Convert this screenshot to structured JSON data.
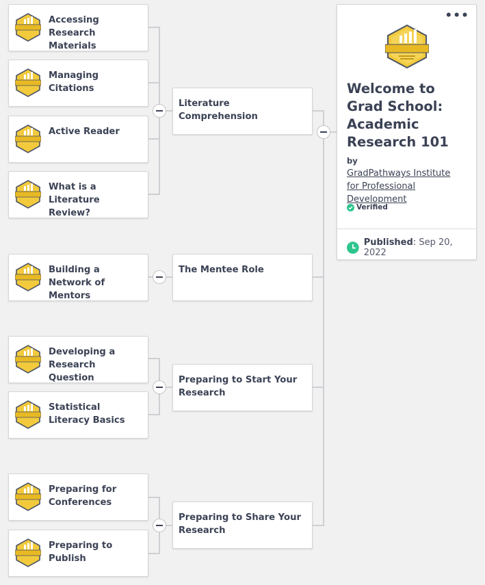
{
  "leaves": [
    {
      "title": "Accessing Research Materials"
    },
    {
      "title": "Managing Citations"
    },
    {
      "title": "Active Reader"
    },
    {
      "title": "What is a Literature Review?"
    },
    {
      "title": "Building a Network of Mentors"
    },
    {
      "title": "Developing a Research Question"
    },
    {
      "title": "Statistical Literacy Basics"
    },
    {
      "title": "Preparing for Conferences"
    },
    {
      "title": "Preparing to Publish"
    }
  ],
  "groups": [
    {
      "title": "Literature Comprehension"
    },
    {
      "title": "The Mentee Role"
    },
    {
      "title": "Preparing to Start Your Research"
    },
    {
      "title": "Preparing to Share Your Research"
    }
  ],
  "main": {
    "title": "Welcome to Grad School: Academic Research 101",
    "by": "by",
    "issuer": "GradPathways Institute for Professional Development",
    "verified": "Verified",
    "published_label": "Published",
    "published_sep": ":",
    "published_date": "Sep 20, 2022",
    "more": "•••"
  },
  "colors": {
    "badge_gold": "#e8b923",
    "badge_hex": "#f2ca3c",
    "badge_outline": "#4c5466",
    "accent_green": "#2dc58e",
    "text": "#3b4255"
  }
}
